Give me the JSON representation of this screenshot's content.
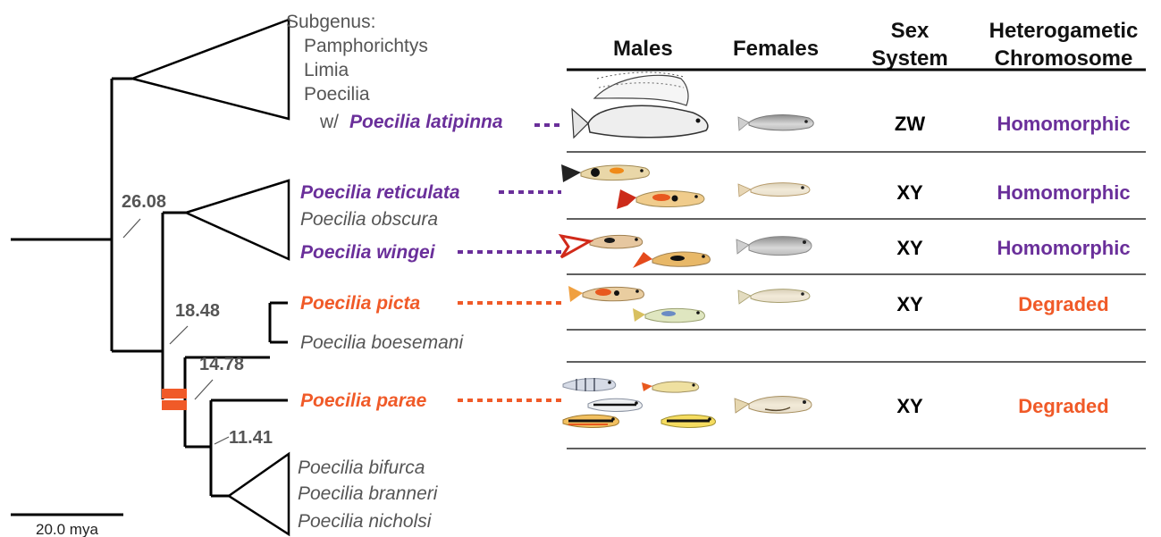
{
  "colors": {
    "purple": "#6a2f9a",
    "orange": "#f05a28",
    "grey": "#555555",
    "black": "#000000",
    "highlight": "#f05a28"
  },
  "tree": {
    "subgenus_header": "Subgenus:",
    "subgenera": [
      "Pamphorichtys",
      "Limia",
      "Poecilia"
    ],
    "with_prefix": "w/",
    "latipinna": "Poecilia latipinna",
    "reticulata": "Poecilia reticulata",
    "obscura": "Poecilia obscura",
    "wingei": "Poecilia wingei",
    "picta": "Poecilia picta",
    "boesemani": "Poecilia boesemani",
    "parae": "Poecilia parae",
    "bifurca": "Poecilia bifurca",
    "branneri": "Poecilia branneri",
    "nicholsi": "Poecilia nicholsi",
    "node_ages": [
      "26.08",
      "18.48",
      "14.78",
      "11.41"
    ],
    "scale_label": "20.0 mya"
  },
  "table": {
    "headers": {
      "males": "Males",
      "females": "Females",
      "sex_line1": "Sex",
      "sex_line2": "System",
      "het_line1": "Heterogametic",
      "het_line2": "Chromosome"
    },
    "rows": [
      {
        "species": "Poecilia latipinna",
        "sex_system": "ZW",
        "chromosome": "Homomorphic",
        "status": "purple"
      },
      {
        "species": "Poecilia reticulata",
        "sex_system": "XY",
        "chromosome": "Homomorphic",
        "status": "purple"
      },
      {
        "species": "Poecilia wingei",
        "sex_system": "XY",
        "chromosome": "Homomorphic",
        "status": "purple"
      },
      {
        "species": "Poecilia picta",
        "sex_system": "XY",
        "chromosome": "Degraded",
        "status": "orange"
      },
      {
        "species": "Poecilia parae",
        "sex_system": "XY",
        "chromosome": "Degraded",
        "status": "orange"
      }
    ]
  }
}
